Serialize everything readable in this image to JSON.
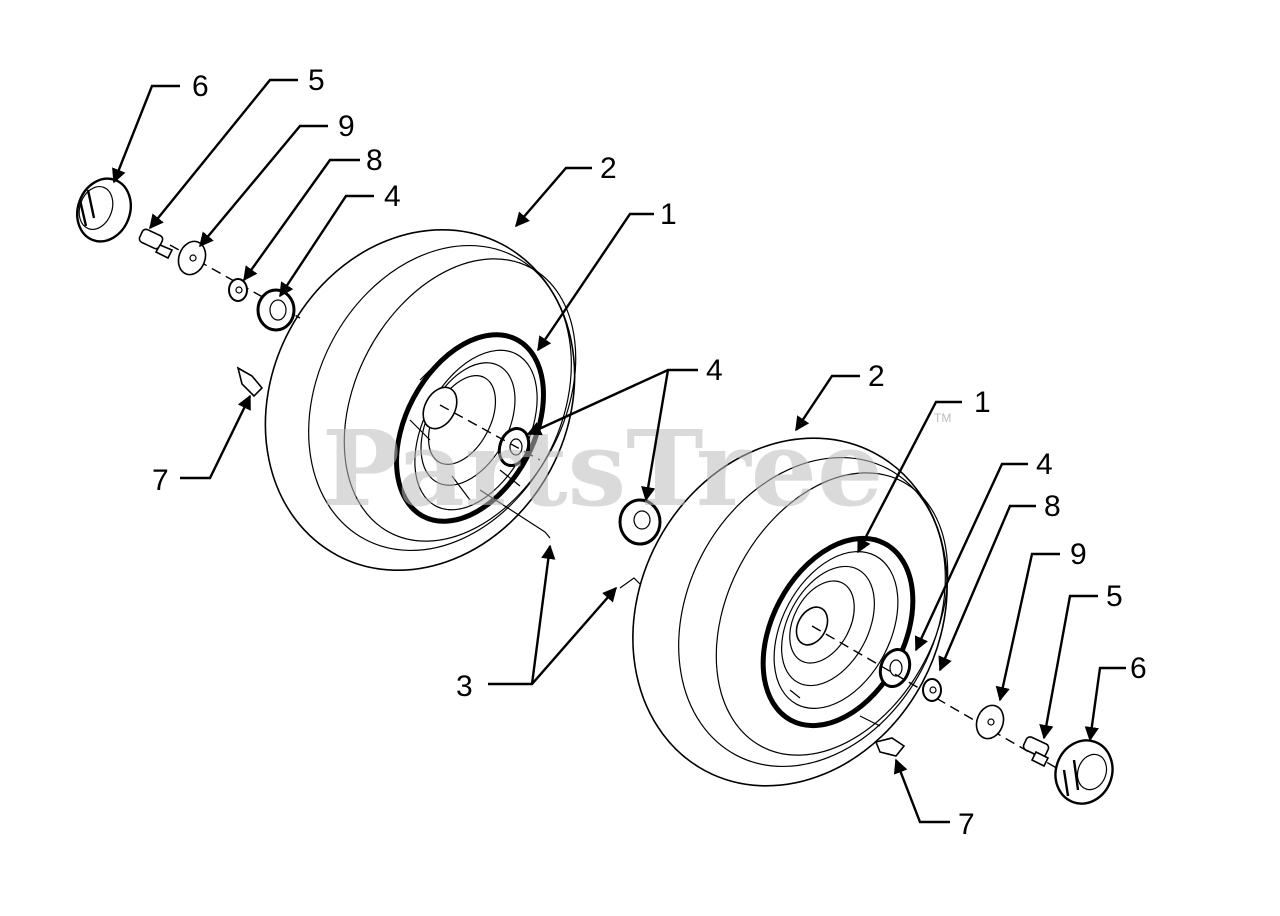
{
  "watermark": {
    "text": "PartsTree",
    "tm": "TM"
  },
  "callouts": {
    "l6": "6",
    "l5": "5",
    "l9": "9",
    "l8": "8",
    "l4a": "4",
    "l2a": "2",
    "l1a": "1",
    "l7a": "7",
    "l4b": "4",
    "l2b": "2",
    "l1b": "1",
    "l4c": "4",
    "l8b": "8",
    "l9b": "9",
    "l5b": "5",
    "l6b": "6",
    "l3": "3",
    "l7b": "7"
  },
  "colors": {
    "line": "#000000",
    "watermark": "#bdbdbd",
    "background": "#ffffff"
  }
}
